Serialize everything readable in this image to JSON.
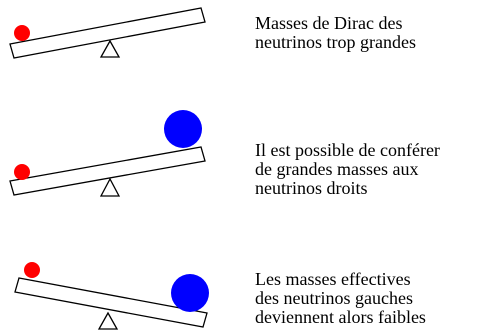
{
  "colors": {
    "small_mass": "#ff0000",
    "large_mass": "#0000ff",
    "beam": "#000000",
    "background": "#ffffff"
  },
  "panels": [
    {
      "caption_lines": [
        "Masses de Dirac des",
        "neutrinos trop grandes"
      ],
      "tilt": "left-low",
      "left_mass": "small-red",
      "right_mass": "none"
    },
    {
      "caption_lines": [
        "Il est possible de conférer",
        "de grandes masses aux",
        "neutrinos droits"
      ],
      "tilt": "left-low",
      "left_mass": "small-red",
      "right_mass": "large-blue"
    },
    {
      "caption_lines": [
        "Les masses effectives",
        "des neutrinos gauches",
        "deviennent alors faibles"
      ],
      "tilt": "right-low",
      "left_mass": "small-red",
      "right_mass": "large-blue"
    }
  ]
}
